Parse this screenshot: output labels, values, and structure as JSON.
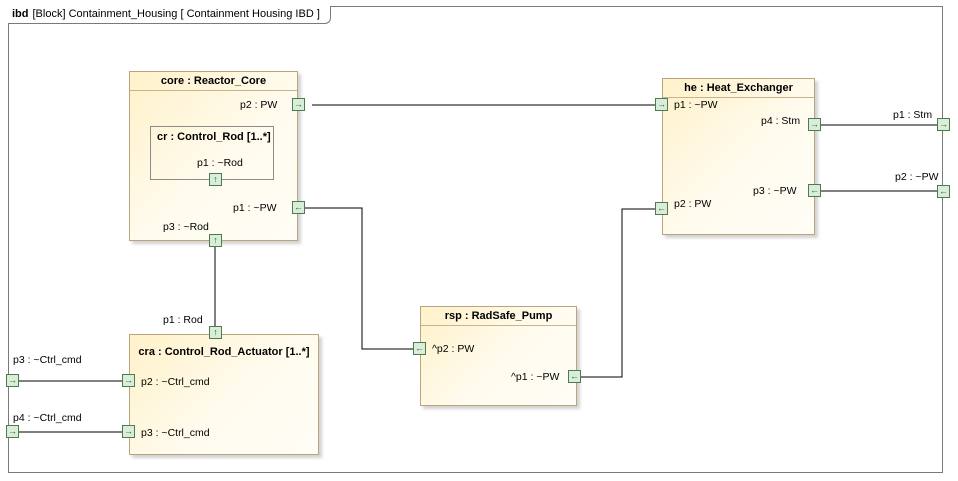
{
  "diagram": {
    "frame_kind": "ibd",
    "frame_title": "[Block] Containment_Housing [ Containment Housing IBD ]"
  },
  "blocks": {
    "core": {
      "title": "core : Reactor_Core",
      "ports": {
        "p2": "p2 : PW",
        "p1": "p1 : ~PW",
        "p3": "p3 : ~Rod"
      }
    },
    "control_rod": {
      "title": "cr : Control_Rod [1..*]",
      "ports": {
        "p1": "p1 : ~Rod"
      }
    },
    "heat_exchanger": {
      "title": "he : Heat_Exchanger",
      "ports": {
        "p1": "p1 : ~PW",
        "p4": "p4 : Stm",
        "p3": "p3 : ~PW",
        "p2": "p2 : PW"
      }
    },
    "pump": {
      "title": "rsp : RadSafe_Pump",
      "ports": {
        "p2": "^p2 : PW",
        "p1": "^p1 : ~PW"
      }
    },
    "actuator": {
      "title": "cra : Control_Rod_Actuator [1..*]",
      "ports": {
        "p1": "p1 : Rod",
        "p2": "p2 : ~Ctrl_cmd",
        "p3": "p3 : ~Ctrl_cmd"
      }
    }
  },
  "boundary_ports": {
    "p1": "p1 : Stm",
    "p2": "p2 : ~PW",
    "p3": "p3 : ~Ctrl_cmd",
    "p4": "p4 : ~Ctrl_cmd"
  },
  "glyphs": {
    "right": "→",
    "left": "←",
    "up": "↑"
  },
  "colors": {
    "block_fill": "#fff1c9",
    "port_fill": "#d8eed8",
    "port_border": "#4f7a4f",
    "wire": "#000000"
  }
}
